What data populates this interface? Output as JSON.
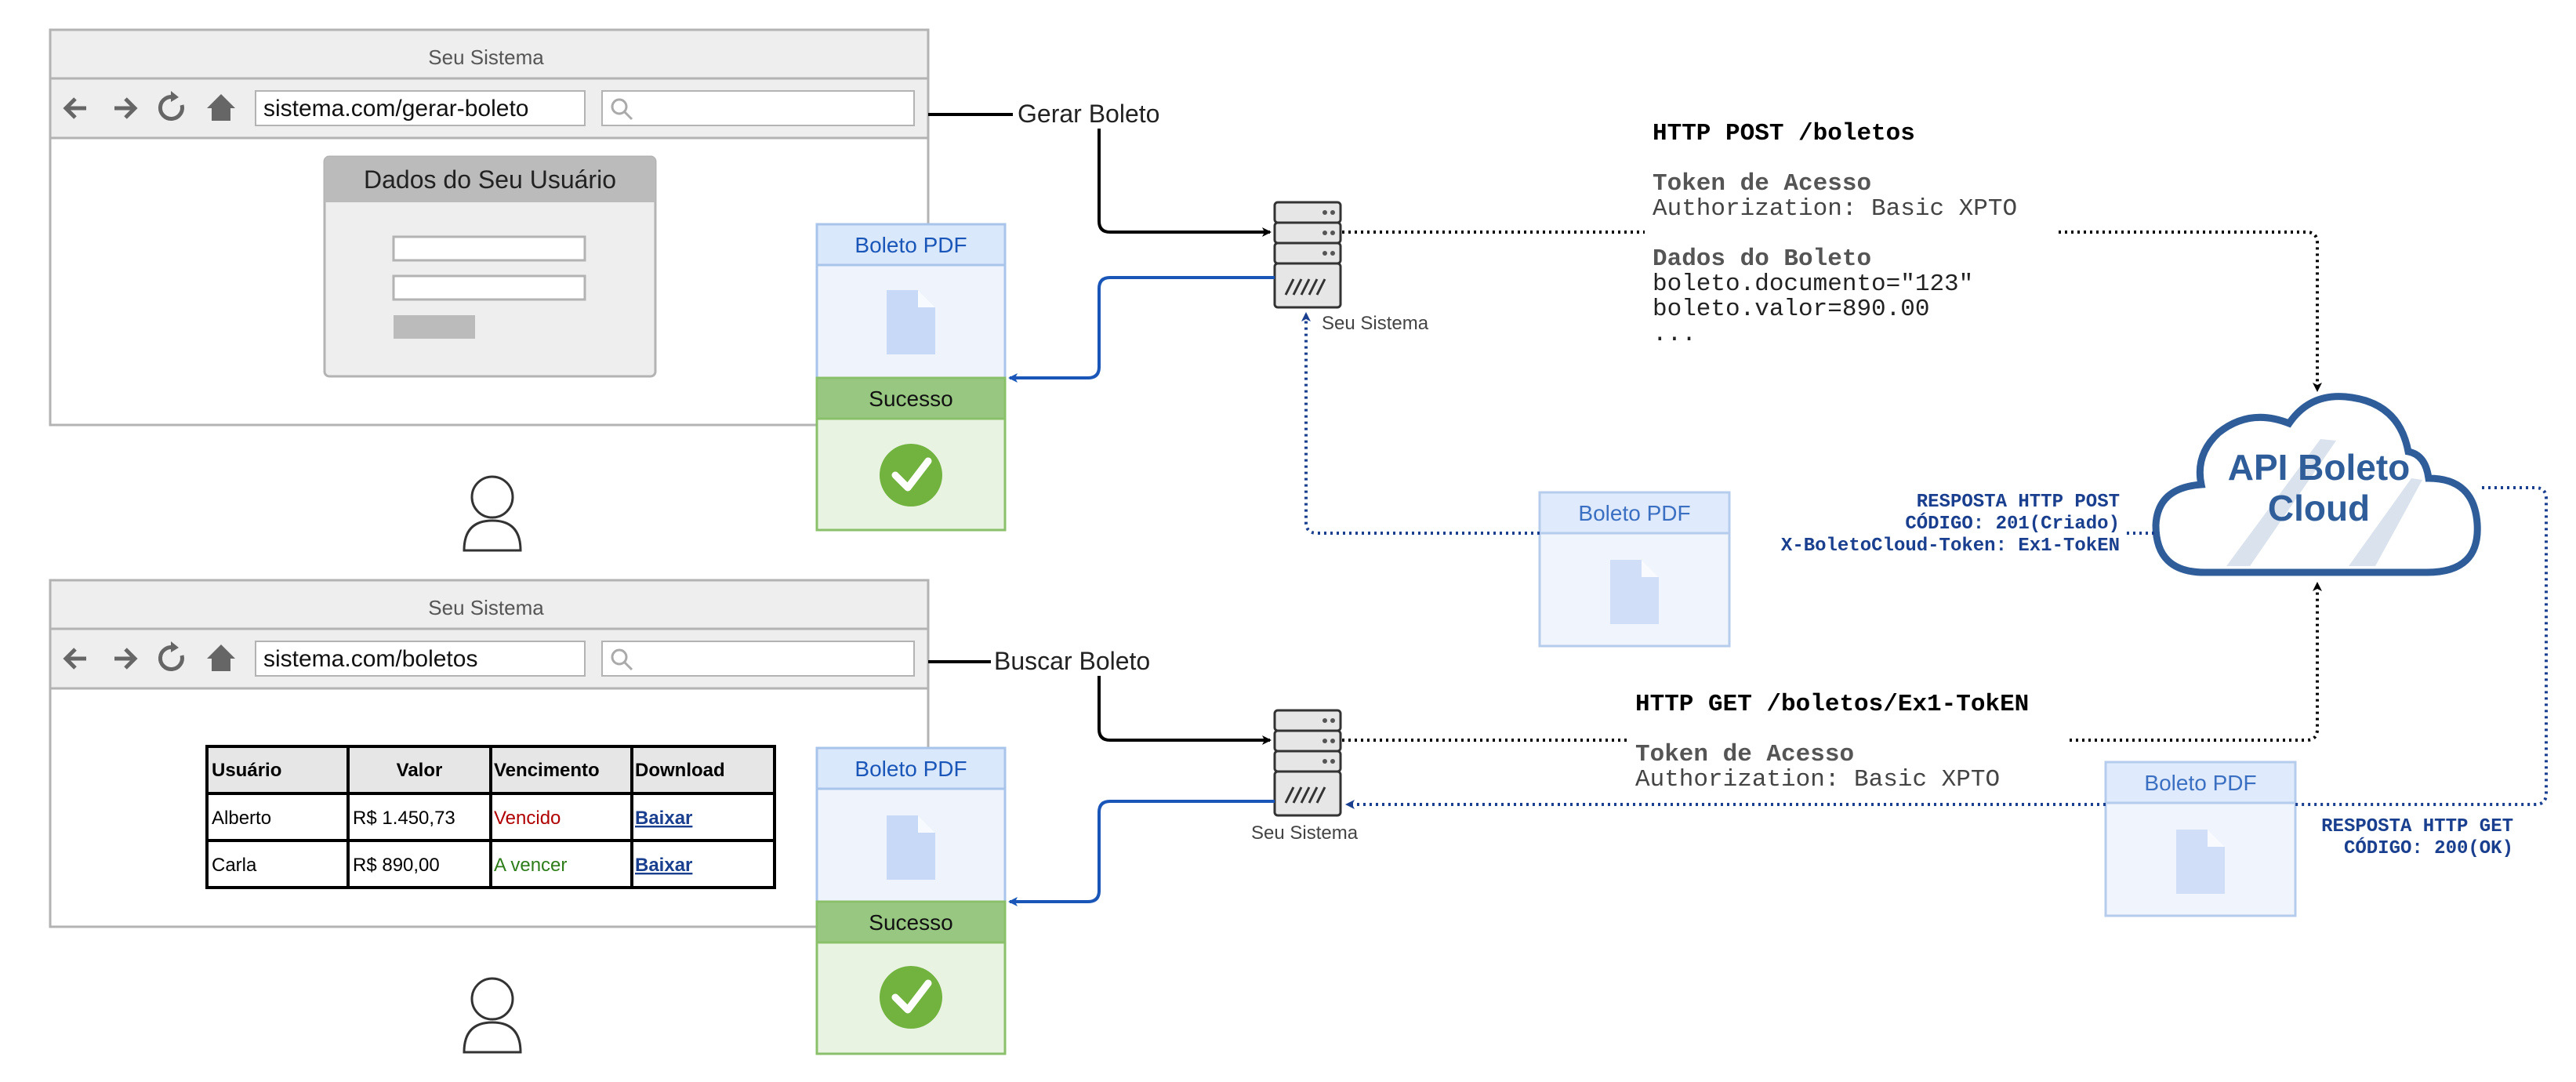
{
  "top_browser": {
    "window_title": "Seu Sistema",
    "url": "sistema.com/gerar-boleto",
    "form_title": "Dados do Seu Usuário"
  },
  "bottom_browser": {
    "window_title": "Seu Sistema",
    "url": "sistema.com/boletos",
    "table": {
      "headers": [
        "Usuário",
        "Valor",
        "Vencimento",
        "Download"
      ],
      "rows": [
        {
          "usuario": "Alberto",
          "valor": "R$ 1.450,73",
          "vencimento": "Vencido",
          "download": "Baixar"
        },
        {
          "usuario": "Carla",
          "valor": "R$ 890,00",
          "vencimento": "A vencer",
          "download": "Baixar"
        }
      ]
    }
  },
  "actions": {
    "gerar": "Gerar Boleto",
    "buscar": "Buscar Boleto"
  },
  "cards": {
    "boleto_pdf": "Boleto PDF",
    "sucesso": "Sucesso"
  },
  "servers": {
    "top_label": "Seu Sistema",
    "bottom_label": "Seu Sistema"
  },
  "post_request": {
    "line": "HTTP POST /boletos",
    "token_title": "Token de Acesso",
    "auth": "Authorization: Basic XPTO",
    "dados_title": "Dados do Boleto",
    "field1": "boleto.documento=\"123\"",
    "field2": "boleto.valor=890.00",
    "ellipsis": "..."
  },
  "post_response": {
    "line1": "RESPOSTA HTTP POST",
    "line2": "CÓDIGO: 201(Criado)",
    "line3": "X-BoletoCloud-Token: Ex1-TokEN"
  },
  "get_request": {
    "line": "HTTP GET /boletos/Ex1-TokEN",
    "token_title": "Token de Acesso",
    "auth": "Authorization: Basic XPTO"
  },
  "get_response": {
    "line1": "RESPOSTA HTTP GET",
    "line2": "CÓDIGO: 200(OK)"
  },
  "cloud": {
    "line1": "API Boleto",
    "line2": "Cloud"
  },
  "colors": {
    "chrome_bg": "#eeeeee",
    "chrome_border": "#b3b3b3",
    "blue_accent": "#1a56b8",
    "dark_blue_text": "#1a3f8f",
    "cloud_blue": "#2f5d9a",
    "pdf_header": "#dae8fc",
    "pdf_icon": "#c8d9f7",
    "success_header": "#97c781",
    "success_body": "#e8f3e1",
    "success_check": "#72b340",
    "vencido_red": "#b00000",
    "a_vencer_green": "#2e7d1a"
  },
  "icons": [
    "arrow-left-icon",
    "arrow-right-icon",
    "reload-icon",
    "home-icon",
    "search-icon",
    "document-icon",
    "checkmark-icon",
    "server-icon",
    "user-icon",
    "cloud-icon"
  ]
}
